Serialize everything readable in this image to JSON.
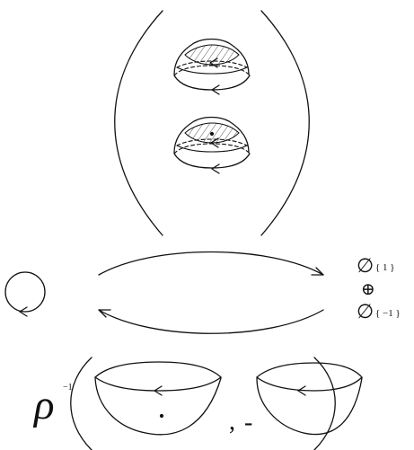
{
  "labels": {
    "empty_set_symbol": "∅",
    "set_one": "{ 1 }",
    "direct_sum_symbol": "⊕",
    "set_minus_one": "{ −1 }",
    "rho_symbol": "ρ",
    "rho_superscript": "−1",
    "comma": ",",
    "minus": "-"
  },
  "colors": {
    "ink": "#111111",
    "hatch": "#444444",
    "background": "#ffffff"
  },
  "icons": {
    "dot": "•"
  }
}
